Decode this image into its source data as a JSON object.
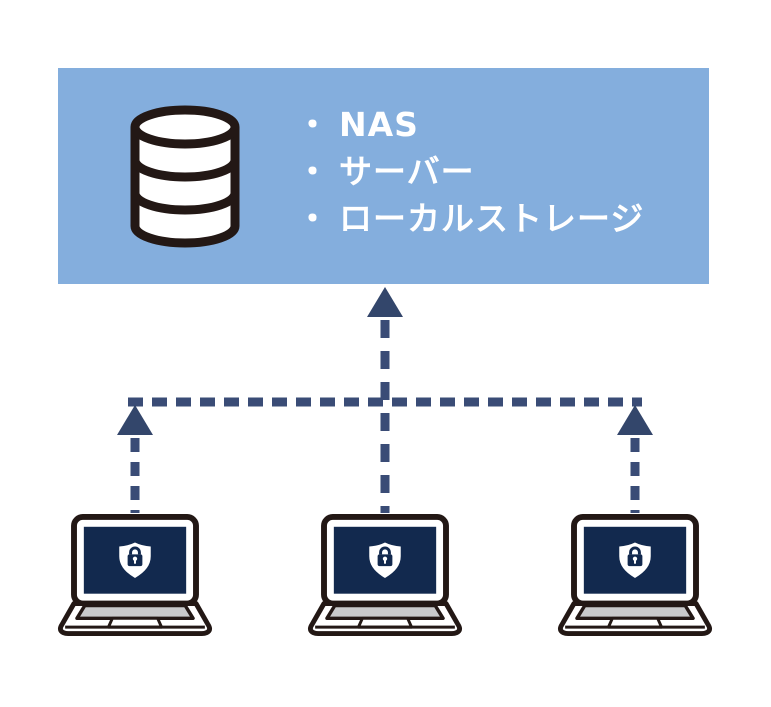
{
  "diagram_title": "backup-destinations-diagram",
  "storage_panel": {
    "bullet": "・",
    "items": [
      "NAS",
      "サーバー",
      "ローカルストレージ"
    ],
    "panel_color": "#84AEDD",
    "text_color": "#FFFFFF"
  },
  "database_icon": {
    "name": "database-icon",
    "fill": "#FFFFFF",
    "outline_color": "#231815"
  },
  "connectors": {
    "style": "dashed",
    "line_color": "#3A4C76",
    "arrowhead_color": "#33466B",
    "direction": "up",
    "arrow_count": 3
  },
  "laptops": {
    "count": 3,
    "screen_color": "#12294E",
    "outline_color": "#231815",
    "keyboard_color": "#C9CACB",
    "badge_icon": "shield-lock-icon",
    "badge_color": "#FFFFFF"
  }
}
